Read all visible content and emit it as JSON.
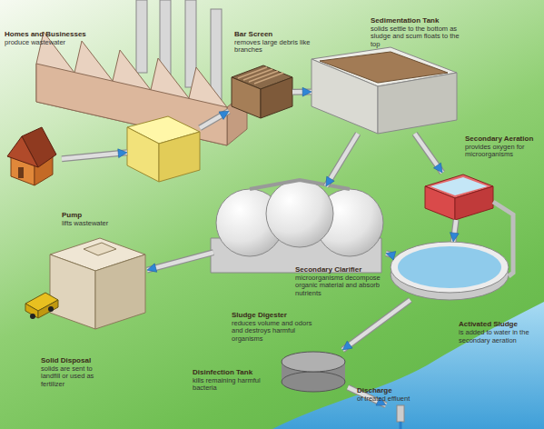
{
  "diagram": {
    "nodes": [
      {
        "text": [
          "Homes and Businesses",
          "produce wastewater"
        ]
      },
      {
        "text": [
          "Pump",
          "lifts wastewater"
        ]
      },
      {
        "text": [
          "Bar Screen",
          "removes large debris like branches"
        ]
      },
      {
        "text": [
          "Sedimentation Tank",
          "solids settle to the bottom as sludge and scum floats to the top"
        ]
      },
      {
        "text": [
          "Secondary Aeration",
          "provides oxygen for microorganisms"
        ]
      },
      {
        "text": [
          "Secondary Clarifier",
          "microorganisms decompose organic material and absorb nutrients"
        ]
      },
      {
        "text": [
          "Sludge Digester",
          "reduces volume and odors and destroys harmful organisms"
        ]
      },
      {
        "text": [
          "Solid Disposal",
          "solids are sent to landfill or used as fertilizer"
        ]
      },
      {
        "text": [
          "Disinfection Tank",
          "kills remaining harmful bacteria"
        ]
      },
      {
        "text": [
          "Discharge",
          "of treated effluent"
        ]
      }
    ],
    "edges": [
      {
        "from": 0,
        "to": 1,
        "arrow": "to"
      },
      {
        "from": 1,
        "to": 2,
        "arrow": "to"
      },
      {
        "from": 2,
        "to": 3,
        "arrow": "to"
      },
      {
        "from": 3,
        "to": 4,
        "arrow": "to"
      },
      {
        "from": 4,
        "to": 5,
        "arrow": "to"
      },
      {
        "from": 3,
        "to": 6,
        "arrow": "to"
      },
      {
        "from": 5,
        "to": 6,
        "arrow": "to"
      },
      {
        "from": 6,
        "to": 7,
        "arrow": "to"
      },
      {
        "from": 5,
        "to": 8,
        "arrow": "to"
      },
      {
        "from": 8,
        "to": 9,
        "arrow": "to"
      }
    ],
    "labels": [
      "Activated Sludge",
      "is added to water in the secondary aeration"
    ]
  }
}
